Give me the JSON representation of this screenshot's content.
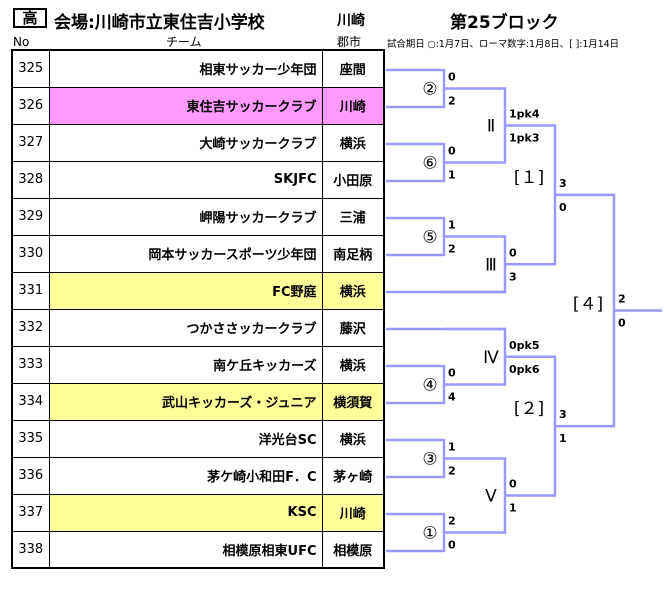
{
  "header": {
    "grade": "高",
    "venue": "会場:川崎市立東住吉小学校",
    "venue_city": "川崎",
    "block_title": "第25ブロック",
    "col_no": "No",
    "col_team": "チーム",
    "col_city": "郡市",
    "date_legend": "試合期日 ○:1月7日、ローマ数字:1月8日、[ ]:1月14日"
  },
  "colors": {
    "highlight_pink": "#ff99ff",
    "highlight_yellow": "#ffff99",
    "bracket_line": "#9999ff"
  },
  "teams": [
    {
      "no": "325",
      "name": "相東サッカー少年団",
      "city": "座間",
      "highlight": ""
    },
    {
      "no": "326",
      "name": "東住吉サッカークラブ",
      "city": "川崎",
      "highlight": "pink"
    },
    {
      "no": "327",
      "name": "大崎サッカークラブ",
      "city": "横浜",
      "highlight": ""
    },
    {
      "no": "328",
      "name": "SKJFC",
      "city": "小田原",
      "highlight": ""
    },
    {
      "no": "329",
      "name": "岬陽サッカークラブ",
      "city": "三浦",
      "highlight": ""
    },
    {
      "no": "330",
      "name": "岡本サッカースポーツ少年団",
      "city": "南足柄",
      "highlight": ""
    },
    {
      "no": "331",
      "name": "FC野庭",
      "city": "横浜",
      "highlight": "yellow"
    },
    {
      "no": "332",
      "name": "つかささッカークラブ",
      "city": "藤沢",
      "highlight": ""
    },
    {
      "no": "333",
      "name": "南ケ丘キッカーズ",
      "city": "横浜",
      "highlight": ""
    },
    {
      "no": "334",
      "name": "武山キッカーズ・ジュニア",
      "city": "横須賀",
      "highlight": "yellow"
    },
    {
      "no": "335",
      "name": "洋光台SC",
      "city": "横浜",
      "highlight": ""
    },
    {
      "no": "336",
      "name": "茅ケ崎小和田F．C",
      "city": "茅ヶ崎",
      "highlight": ""
    },
    {
      "no": "337",
      "name": "KSC",
      "city": "川崎",
      "highlight": "yellow"
    },
    {
      "no": "338",
      "name": "相模原相東UFC",
      "city": "相模原",
      "highlight": ""
    }
  ],
  "bracket": {
    "round1": [
      {
        "label": "②",
        "top": "0",
        "bottom": "2"
      },
      {
        "label": "⑥",
        "top": "0",
        "bottom": "1"
      },
      {
        "label": "⑤",
        "top": "1",
        "bottom": "2"
      },
      {
        "label": "④",
        "top": "0",
        "bottom": "4"
      },
      {
        "label": "③",
        "top": "1",
        "bottom": "2"
      },
      {
        "label": "①",
        "top": "2",
        "bottom": "0"
      }
    ],
    "round2": [
      {
        "label": "Ⅱ",
        "top": "1pk4",
        "bottom": "1pk3"
      },
      {
        "label": "Ⅲ",
        "top": "0",
        "bottom": "3"
      },
      {
        "label": "Ⅳ",
        "top": "0pk5",
        "bottom": "0pk6"
      },
      {
        "label": "Ⅴ",
        "top": "0",
        "bottom": "1"
      }
    ],
    "round3": [
      {
        "label": "[１]",
        "top": "3",
        "bottom": "0"
      },
      {
        "label": "[２]",
        "top": "3",
        "bottom": "1"
      }
    ],
    "final": {
      "label": "[４]",
      "top": "2",
      "bottom": "0"
    }
  }
}
